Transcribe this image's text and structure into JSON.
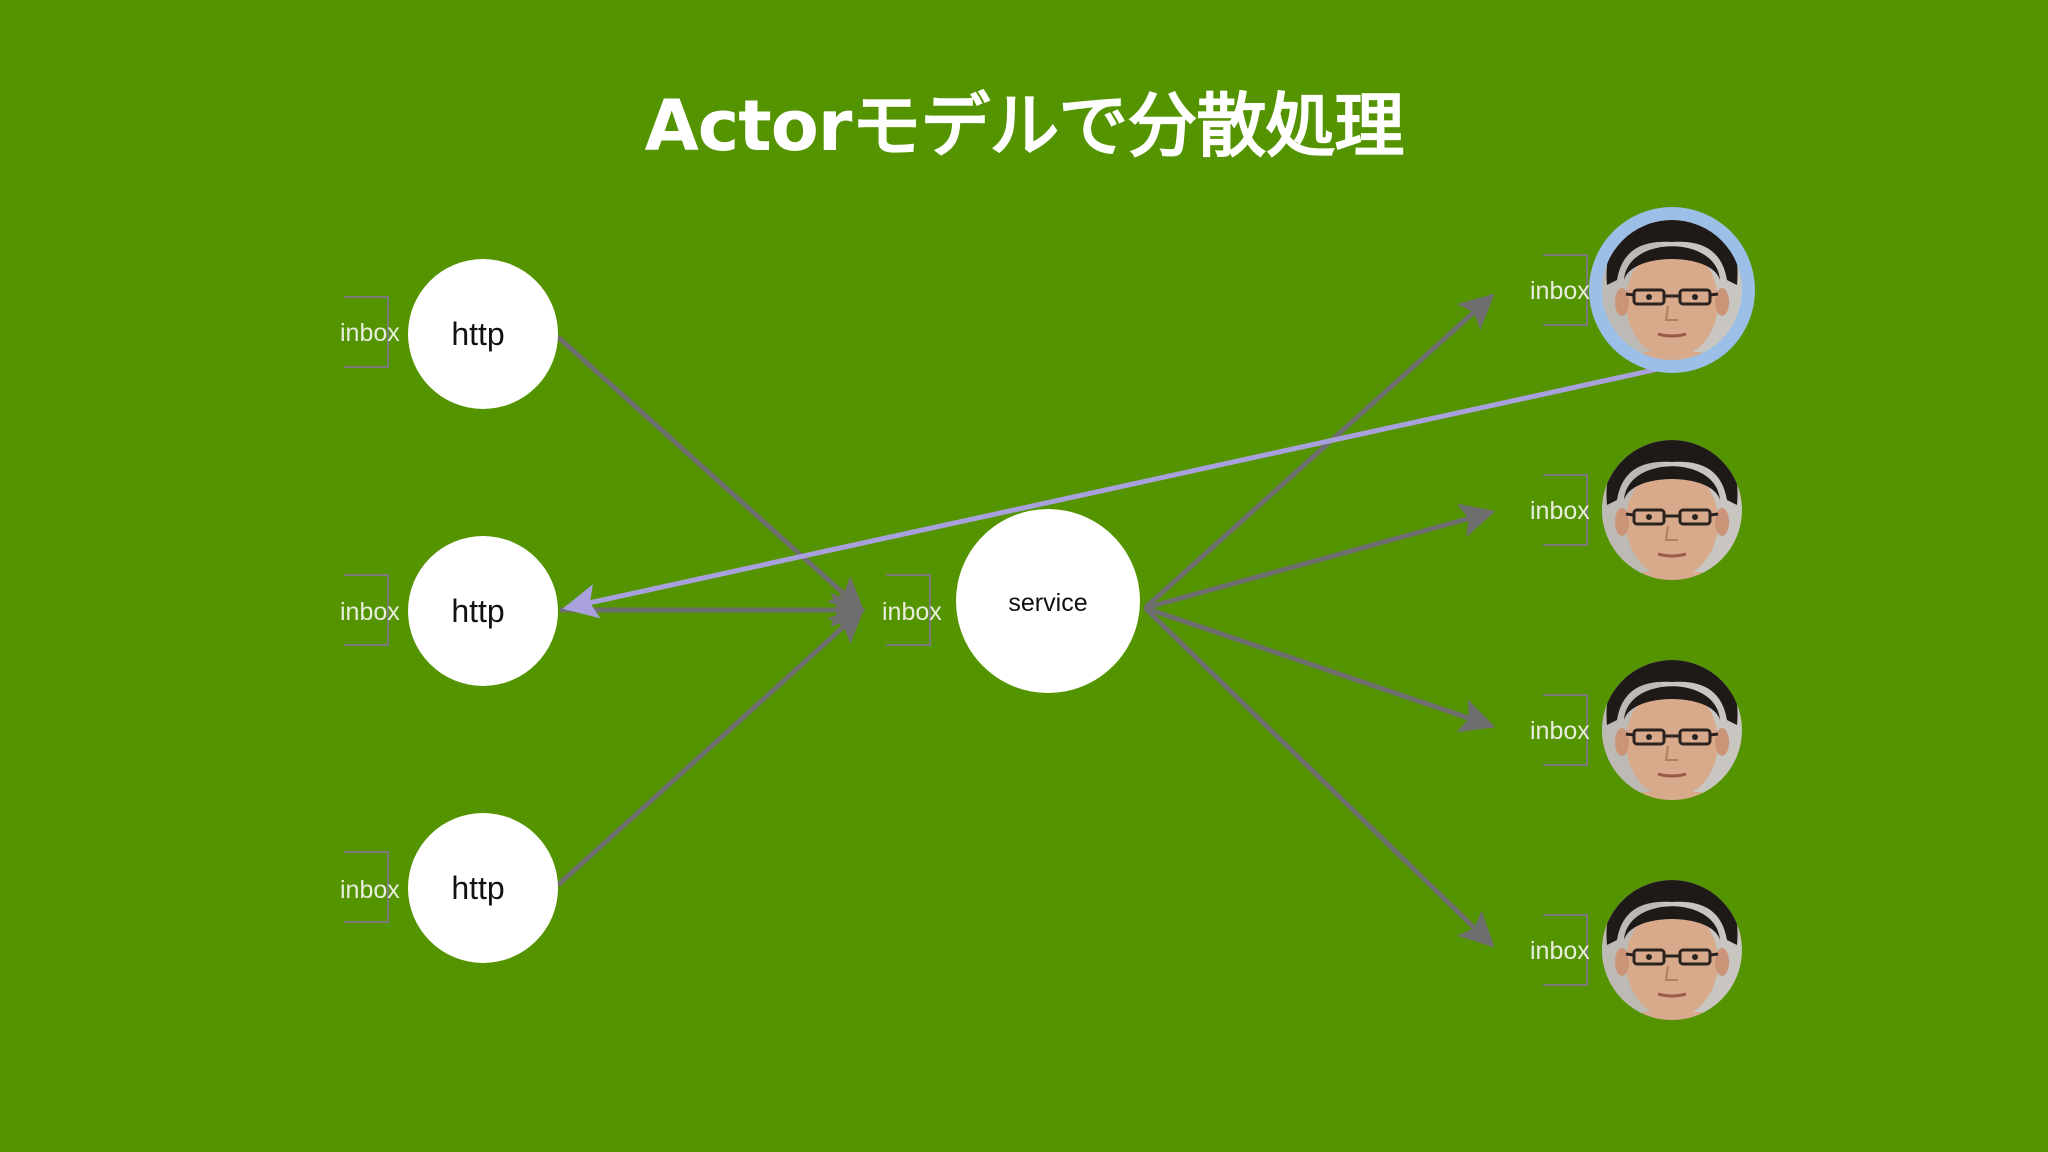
{
  "slide": {
    "title": "Actorモデルで分散処理",
    "background_color": "#549400"
  },
  "nodes": {
    "http_1": {
      "label": "http",
      "inbox_label": "inbox"
    },
    "http_2": {
      "label": "http",
      "inbox_label": "inbox"
    },
    "http_3": {
      "label": "http",
      "inbox_label": "inbox"
    },
    "service": {
      "label": "service",
      "inbox_label": "inbox"
    },
    "worker_1": {
      "inbox_label": "inbox",
      "highlighted": true,
      "highlight_color": "#9bbfe6"
    },
    "worker_2": {
      "inbox_label": "inbox"
    },
    "worker_3": {
      "inbox_label": "inbox"
    },
    "worker_4": {
      "inbox_label": "inbox"
    }
  },
  "colors": {
    "arrow_gray": "#6e6e6e",
    "reply_arrow": "#a9a1dd",
    "node_fill": "#ffffff"
  }
}
